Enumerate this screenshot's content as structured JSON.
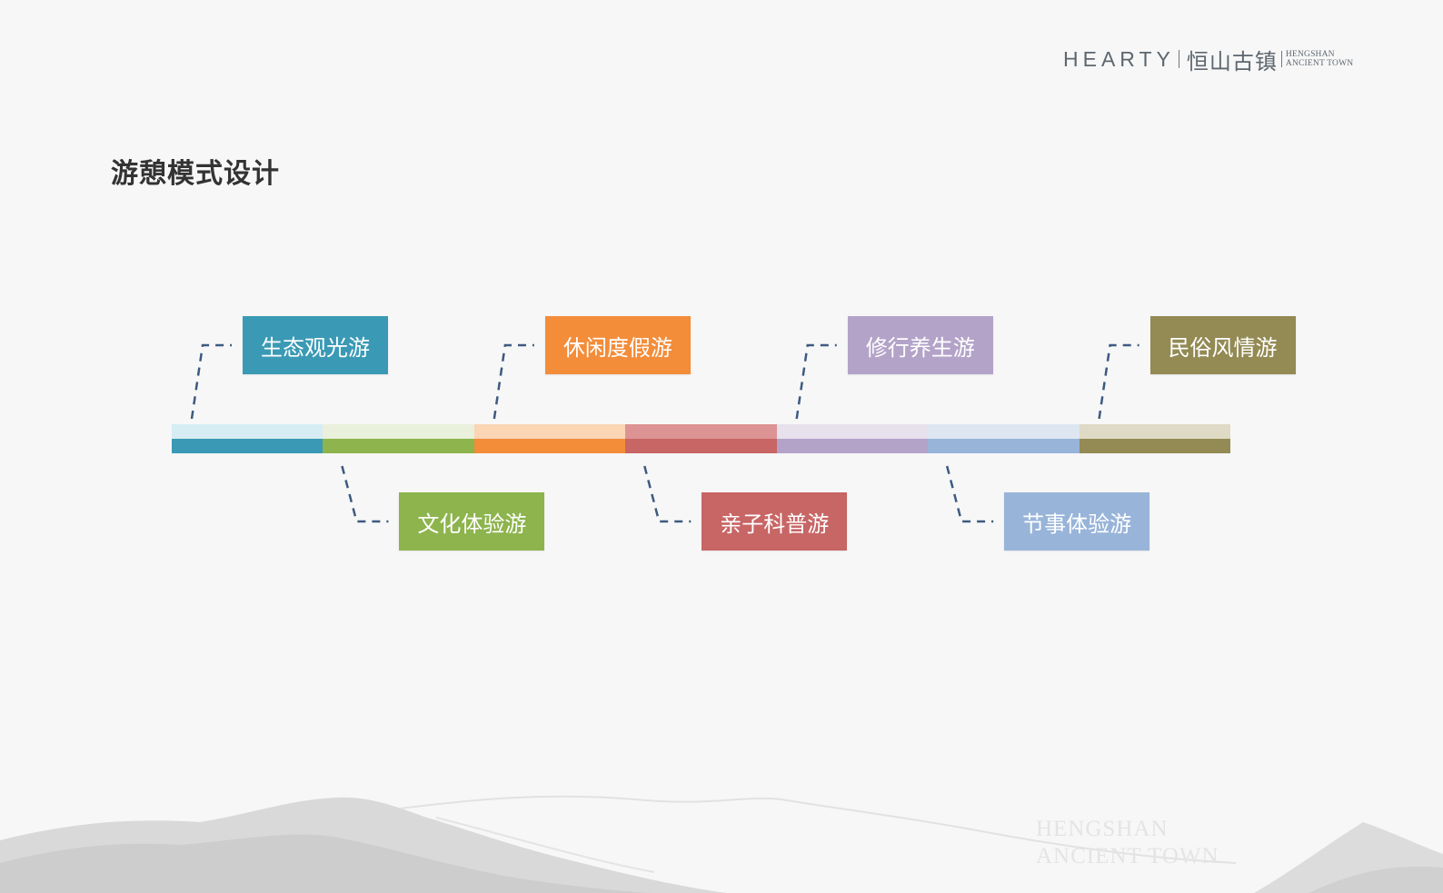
{
  "header": {
    "logo_en": "HEARTY",
    "logo_cn": "恒山古镇",
    "logo_sub_1": "HENGSHAN",
    "logo_sub_2": "ANCIENT TOWN"
  },
  "title": "游憩模式设计",
  "timeline": {
    "segments": [
      {
        "dark": "#3a9ab5",
        "light": "#d5edf3"
      },
      {
        "dark": "#8db44d",
        "light": "#e9f0dc"
      },
      {
        "dark": "#f38d3a",
        "light": "#fbd5b4"
      },
      {
        "dark": "#c86565",
        "light": "#dd9393"
      },
      {
        "dark": "#b3a3c8",
        "light": "#e6e1ec"
      },
      {
        "dark": "#98b4d9",
        "light": "#dde6f1"
      },
      {
        "dark": "#938a54",
        "light": "#dfdac5"
      }
    ],
    "labels": [
      {
        "text": "生态观光游",
        "color": "#3a9ab5",
        "pos": "top"
      },
      {
        "text": "文化体验游",
        "color": "#8db44d",
        "pos": "bottom"
      },
      {
        "text": "休闲度假游",
        "color": "#f38d3a",
        "pos": "top"
      },
      {
        "text": "亲子科普游",
        "color": "#c86565",
        "pos": "bottom"
      },
      {
        "text": "修行养生游",
        "color": "#b3a3c8",
        "pos": "top"
      },
      {
        "text": "节事体验游",
        "color": "#98b4d9",
        "pos": "bottom"
      },
      {
        "text": "民俗风情游",
        "color": "#938a54",
        "pos": "top"
      }
    ]
  },
  "watermark": {
    "line1": "HENGSHAN",
    "line2": "ANCIENT TOWN"
  }
}
